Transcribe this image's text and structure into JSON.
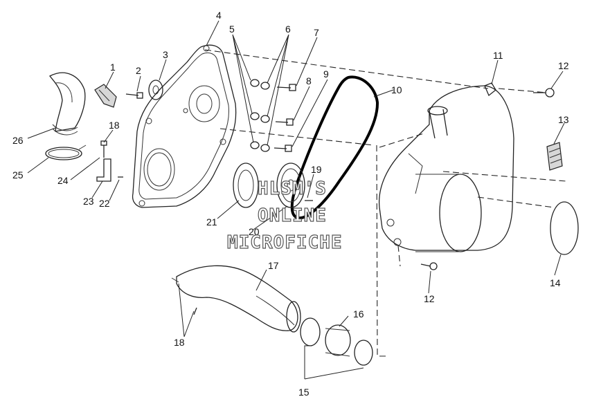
{
  "callouts": {
    "c1": "1",
    "c2": "2",
    "c3": "3",
    "c4": "4",
    "c5": "5",
    "c6": "6",
    "c7": "7",
    "c8": "8",
    "c9": "9",
    "c10": "10",
    "c11": "11",
    "c12a": "12",
    "c12b": "12",
    "c13": "13",
    "c14": "14",
    "c15": "15",
    "c16": "16",
    "c17": "17",
    "c18a": "18",
    "c18b": "18",
    "c19": "19",
    "c20": "20",
    "c21": "21",
    "c22": "22",
    "c23": "23",
    "c24": "24",
    "c25": "25",
    "c26": "26"
  },
  "watermark": {
    "line1": "HLSM'S",
    "line2": "ONLINE",
    "line3": "MICROFICHE"
  }
}
